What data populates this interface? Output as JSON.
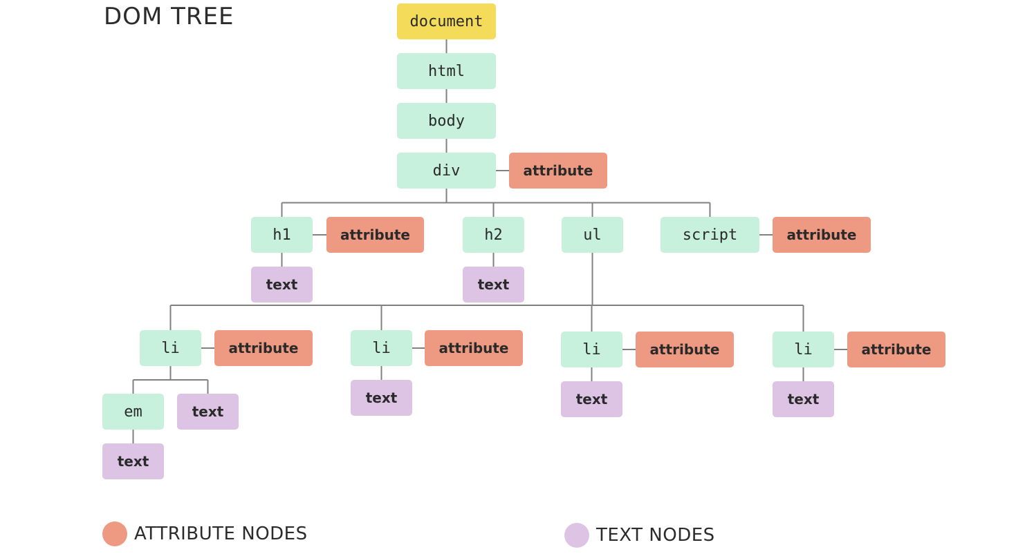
{
  "title": "DOM TREE",
  "colors": {
    "document": "#f4dc5a",
    "element": "#c7f0dd",
    "attribute": "#ee9981",
    "text": "#ddc4e4",
    "line": "#808080"
  },
  "nodes": [
    {
      "id": "document",
      "label": "document",
      "kind": "document"
    },
    {
      "id": "html",
      "label": "html",
      "kind": "element"
    },
    {
      "id": "body",
      "label": "body",
      "kind": "element"
    },
    {
      "id": "div",
      "label": "div",
      "kind": "element"
    },
    {
      "id": "div-attr",
      "label": "attribute",
      "kind": "attribute"
    },
    {
      "id": "h1",
      "label": "h1",
      "kind": "element"
    },
    {
      "id": "h1-attr",
      "label": "attribute",
      "kind": "attribute"
    },
    {
      "id": "h1-text",
      "label": "text",
      "kind": "text"
    },
    {
      "id": "h2",
      "label": "h2",
      "kind": "element"
    },
    {
      "id": "h2-text",
      "label": "text",
      "kind": "text"
    },
    {
      "id": "ul",
      "label": "ul",
      "kind": "element"
    },
    {
      "id": "script",
      "label": "script",
      "kind": "element"
    },
    {
      "id": "script-attr",
      "label": "attribute",
      "kind": "attribute"
    },
    {
      "id": "li1",
      "label": "li",
      "kind": "element"
    },
    {
      "id": "li1-attr",
      "label": "attribute",
      "kind": "attribute"
    },
    {
      "id": "em",
      "label": "em",
      "kind": "element"
    },
    {
      "id": "li1-text",
      "label": "text",
      "kind": "text"
    },
    {
      "id": "em-text",
      "label": "text",
      "kind": "text"
    },
    {
      "id": "li2",
      "label": "li",
      "kind": "element"
    },
    {
      "id": "li2-attr",
      "label": "attribute",
      "kind": "attribute"
    },
    {
      "id": "li2-text",
      "label": "text",
      "kind": "text"
    },
    {
      "id": "li3",
      "label": "li",
      "kind": "element"
    },
    {
      "id": "li3-attr",
      "label": "attribute",
      "kind": "attribute"
    },
    {
      "id": "li3-text",
      "label": "text",
      "kind": "text"
    },
    {
      "id": "li4",
      "label": "li",
      "kind": "element"
    },
    {
      "id": "li4-attr",
      "label": "attribute",
      "kind": "attribute"
    },
    {
      "id": "li4-text",
      "label": "text",
      "kind": "text"
    }
  ],
  "edges": [
    [
      "document",
      "html"
    ],
    [
      "html",
      "body"
    ],
    [
      "body",
      "div"
    ],
    [
      "div",
      "h1"
    ],
    [
      "div",
      "h2"
    ],
    [
      "div",
      "ul"
    ],
    [
      "div",
      "script"
    ],
    [
      "h1",
      "h1-text"
    ],
    [
      "h2",
      "h2-text"
    ],
    [
      "ul",
      "li1"
    ],
    [
      "ul",
      "li2"
    ],
    [
      "ul",
      "li3"
    ],
    [
      "ul",
      "li4"
    ],
    [
      "li1",
      "em"
    ],
    [
      "li1",
      "li1-text"
    ],
    [
      "em",
      "em-text"
    ],
    [
      "li2",
      "li2-text"
    ],
    [
      "li3",
      "li3-text"
    ],
    [
      "li4",
      "li4-text"
    ]
  ],
  "attribute_links": [
    [
      "div",
      "div-attr"
    ],
    [
      "h1",
      "h1-attr"
    ],
    [
      "script",
      "script-attr"
    ],
    [
      "li1",
      "li1-attr"
    ],
    [
      "li2",
      "li2-attr"
    ],
    [
      "li3",
      "li3-attr"
    ],
    [
      "li4",
      "li4-attr"
    ]
  ],
  "legend": [
    {
      "label": "ATTRIBUTE NODES",
      "kind": "attribute"
    },
    {
      "label": "TEXT NODES",
      "kind": "text"
    }
  ]
}
